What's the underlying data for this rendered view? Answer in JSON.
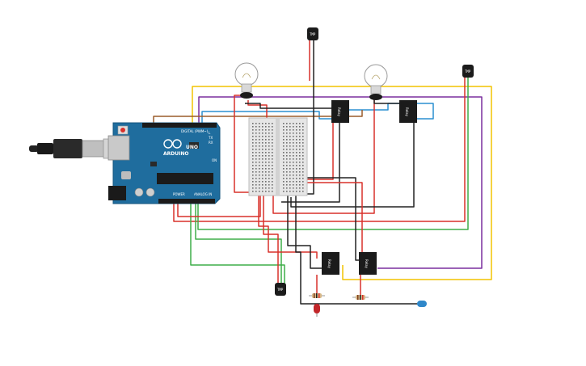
{
  "board": {
    "brand": "ARDUINO",
    "model": "UNO",
    "digital_label": "DIGITAL (PWM~)",
    "power_label": "POWER",
    "analog_label": "ANALOG IN",
    "tx_label": "TX",
    "rx_label": "RX",
    "l_label": "L",
    "on_label": "ON"
  },
  "sensors": {
    "label": "TMP"
  },
  "relays": {
    "label": "Relay"
  },
  "colors": {
    "red": "#d9302a",
    "black": "#222222",
    "yellow": "#f2c300",
    "purple": "#7a2f9e",
    "green": "#3fae49",
    "blue": "#2a8fd0",
    "brown": "#9a5b2a",
    "board": "#1f6d9e"
  }
}
